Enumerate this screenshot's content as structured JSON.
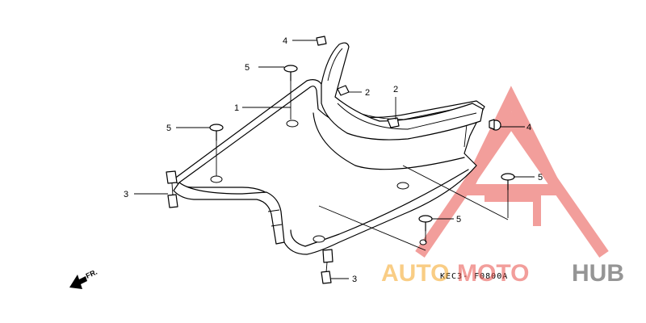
{
  "callouts": {
    "c1": "1",
    "c2a": "2",
    "c2b": "2",
    "c3a": "3",
    "c3b": "3",
    "c4a": "4",
    "c4b": "4",
    "c5a": "5",
    "c5b": "5",
    "c5c": "5",
    "c5d": "5"
  },
  "diagram_code": "KEC3- F0800A",
  "direction_label": "FR.",
  "watermark": {
    "part1": "AUTO",
    "part2": "MOTO",
    "part3": "HUB",
    "color_orange": "#f5a623",
    "color_red": "#e8504a",
    "color_gray": "#8a8a8a"
  }
}
